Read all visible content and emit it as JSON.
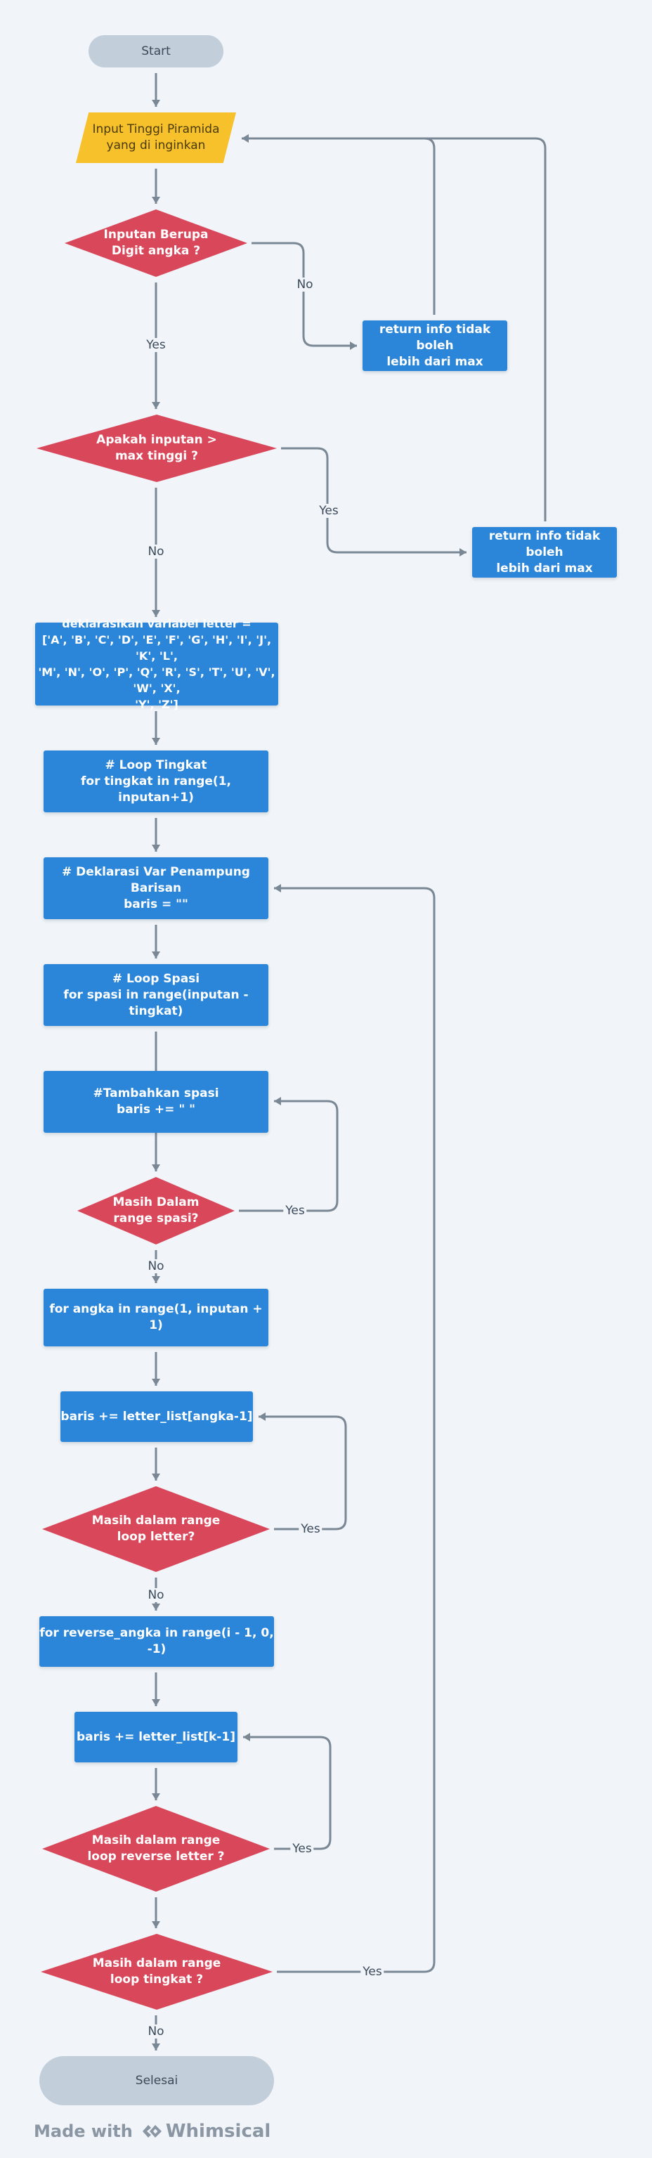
{
  "nodes": [
    {
      "id": "start",
      "label": "Start"
    },
    {
      "id": "input",
      "label": "Input Tinggi Piramida\nyang di inginkan"
    },
    {
      "id": "dec-digit",
      "label": "Inputan Berupa\nDigit angka ?"
    },
    {
      "id": "ret1",
      "label": "return info tidak boleh\nlebih dari max"
    },
    {
      "id": "dec-max",
      "label": "Apakah inputan >\nmax tinggi ?"
    },
    {
      "id": "ret2",
      "label": "return info tidak boleh\nlebih dari max"
    },
    {
      "id": "declare-letter",
      "label": "deklarasikan variabel letter =\n['A', 'B', 'C', 'D', 'E', 'F', 'G', 'H', 'I', 'J', 'K', 'L',\n'M', 'N', 'O', 'P', 'Q', 'R', 'S', 'T', 'U', 'V', 'W', 'X',\n'Y', 'Z']"
    },
    {
      "id": "loop-tingkat",
      "label": "# Loop Tingkat\nfor tingkat in range(1, inputan+1)"
    },
    {
      "id": "declare-baris",
      "label": "# Deklarasi Var Penampung Barisan\nbaris = \"\""
    },
    {
      "id": "loop-spasi",
      "label": "# Loop Spasi\nfor spasi in range(inputan - tingkat)"
    },
    {
      "id": "add-space",
      "label": "#Tambahkan spasi\nbaris += \" \""
    },
    {
      "id": "dec-spasi",
      "label": "Masih Dalam\nrange spasi?"
    },
    {
      "id": "loop-angka",
      "label": "for angka in range(1, inputan + 1)"
    },
    {
      "id": "add-letter",
      "label": "baris += letter_list[angka-1]"
    },
    {
      "id": "dec-letter",
      "label": "Masih dalam range\nloop letter?"
    },
    {
      "id": "loop-reverse",
      "label": "for reverse_angka in range(i - 1, 0, -1)"
    },
    {
      "id": "add-reverse",
      "label": "baris += letter_list[k-1]"
    },
    {
      "id": "dec-reverse",
      "label": "Masih dalam range\nloop reverse letter ?"
    },
    {
      "id": "dec-tingkat",
      "label": "Masih dalam range\nloop tingkat ?"
    },
    {
      "id": "end",
      "label": "Selesai"
    }
  ],
  "edges": [
    {
      "from": "start",
      "to": "input",
      "label": ""
    },
    {
      "from": "input",
      "to": "dec-digit",
      "label": ""
    },
    {
      "from": "dec-digit",
      "to": "ret1",
      "label": "No"
    },
    {
      "from": "ret1",
      "to": "input",
      "label": ""
    },
    {
      "from": "dec-digit",
      "to": "dec-max",
      "label": "Yes"
    },
    {
      "from": "dec-max",
      "to": "ret2",
      "label": "Yes"
    },
    {
      "from": "ret2",
      "to": "input",
      "label": ""
    },
    {
      "from": "dec-max",
      "to": "declare-letter",
      "label": "No"
    },
    {
      "from": "declare-letter",
      "to": "loop-tingkat",
      "label": ""
    },
    {
      "from": "loop-tingkat",
      "to": "declare-baris",
      "label": ""
    },
    {
      "from": "declare-baris",
      "to": "loop-spasi",
      "label": ""
    },
    {
      "from": "loop-spasi",
      "to": "dec-spasi",
      "label": ""
    },
    {
      "from": "dec-spasi",
      "to": "add-space",
      "label": "Yes"
    },
    {
      "from": "dec-spasi",
      "to": "loop-angka",
      "label": "No"
    },
    {
      "from": "loop-angka",
      "to": "add-letter",
      "label": ""
    },
    {
      "from": "add-letter",
      "to": "dec-letter",
      "label": ""
    },
    {
      "from": "dec-letter",
      "to": "add-letter",
      "label": "Yes"
    },
    {
      "from": "dec-letter",
      "to": "loop-reverse",
      "label": "No"
    },
    {
      "from": "loop-reverse",
      "to": "add-reverse",
      "label": ""
    },
    {
      "from": "add-reverse",
      "to": "dec-reverse",
      "label": ""
    },
    {
      "from": "dec-reverse",
      "to": "add-reverse",
      "label": "Yes"
    },
    {
      "from": "dec-reverse",
      "to": "dec-tingkat",
      "label": ""
    },
    {
      "from": "dec-tingkat",
      "to": "declare-baris",
      "label": "Yes"
    },
    {
      "from": "dec-tingkat",
      "to": "end",
      "label": "No"
    }
  ],
  "footer": {
    "made_with": "Made with",
    "brand": "Whimsical"
  },
  "colors": {
    "background": "#f1f4f8",
    "terminal": "#c2ced9",
    "process": "#2b86d9",
    "decision": "#d9475a",
    "input": "#f7c12b",
    "connector": "#7a8896"
  }
}
